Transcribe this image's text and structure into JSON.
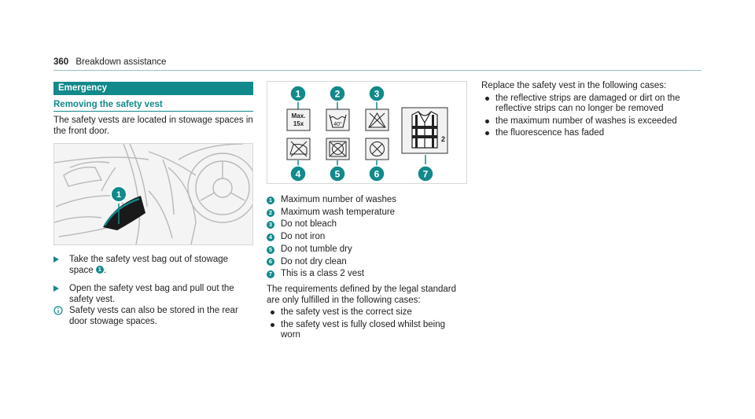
{
  "header": {
    "page_number": "360",
    "section_title": "Breakdown assistance"
  },
  "banner": {
    "title": "Emergency"
  },
  "subheading": "Removing the safety vest",
  "intro": "The safety vests are located in stowage spaces in the front door.",
  "photo": {
    "callout": "1"
  },
  "steps": [
    {
      "before": "Take the safety vest bag out of stowage space",
      "ref": "1",
      "after": "."
    },
    {
      "text": "Open the safety vest bag and pull out the safety vest."
    }
  ],
  "note": {
    "text": "Safety vests can also be stored in the rear door stowage spaces."
  },
  "symbols": {
    "callouts": [
      "1",
      "2",
      "3",
      "4",
      "5",
      "6",
      "7"
    ],
    "max_label_line1": "Max.",
    "max_label_line2": "15x",
    "temp_label": "40°",
    "class_label": "2"
  },
  "legend": [
    {
      "num": "1",
      "text": "Maximum number of washes"
    },
    {
      "num": "2",
      "text": "Maximum wash temperature"
    },
    {
      "num": "3",
      "text": "Do not bleach"
    },
    {
      "num": "4",
      "text": "Do not iron"
    },
    {
      "num": "5",
      "text": "Do not tumble dry"
    },
    {
      "num": "6",
      "text": "Do not dry clean"
    },
    {
      "num": "7",
      "text": "This is a class 2 vest"
    }
  ],
  "requirements": {
    "intro": "The requirements defined by the legal standard are only fulfilled in the following cases:",
    "items": [
      "the safety vest is the correct size",
      "the safety vest is fully closed whilst being worn"
    ]
  },
  "replace": {
    "intro": "Replace the safety vest in the following cases:",
    "items": [
      "the reflective strips are damaged or dirt on the reflective strips can no longer be removed",
      "the maximum number of washes is exceeded",
      "the fluorescence has faded"
    ]
  },
  "colors": {
    "accent": "#12898a",
    "text": "#222222",
    "panel_border": "#d7d7d7"
  }
}
